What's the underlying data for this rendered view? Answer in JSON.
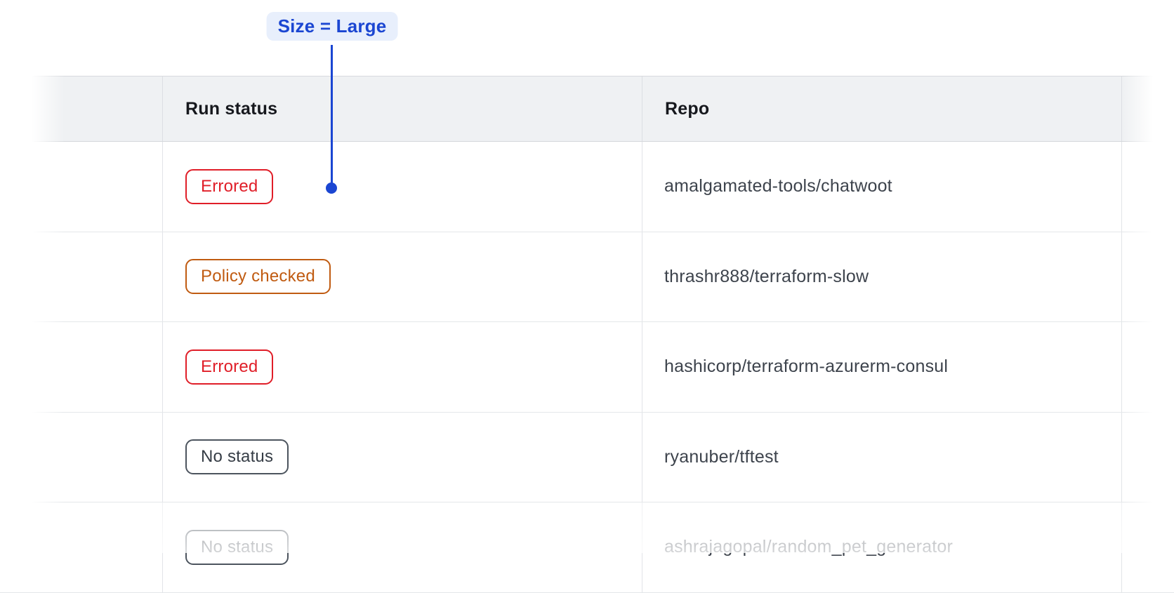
{
  "annotation": {
    "label": "Size = Large",
    "accent_color": "#1b46d2",
    "pill_bg": "#e8effc"
  },
  "table": {
    "columns": [
      {
        "id": "leading-spacer",
        "label": ""
      },
      {
        "id": "run-status",
        "label": "Run status"
      },
      {
        "id": "repo",
        "label": "Repo"
      },
      {
        "id": "trailing-spacer",
        "label": ""
      }
    ],
    "rows": [
      {
        "run_status": "Errored",
        "status_variant": "errored",
        "repo": "amalgamated-tools/chatwoot"
      },
      {
        "run_status": "Policy checked",
        "status_variant": "policy-checked",
        "repo": "thrashr888/terraform-slow"
      },
      {
        "run_status": "Errored",
        "status_variant": "errored",
        "repo": "hashicorp/terraform-azurerm-consul"
      },
      {
        "run_status": "No status",
        "status_variant": "no-status",
        "repo": "ryanuber/tftest"
      },
      {
        "run_status": "No status",
        "status_variant": "no-status",
        "repo": "ashrajagopal/random_pet_generator"
      }
    ],
    "status_colors": {
      "errored": "#e01e28",
      "policy_checked": "#c05b11",
      "no_status": "#4c545e"
    }
  }
}
